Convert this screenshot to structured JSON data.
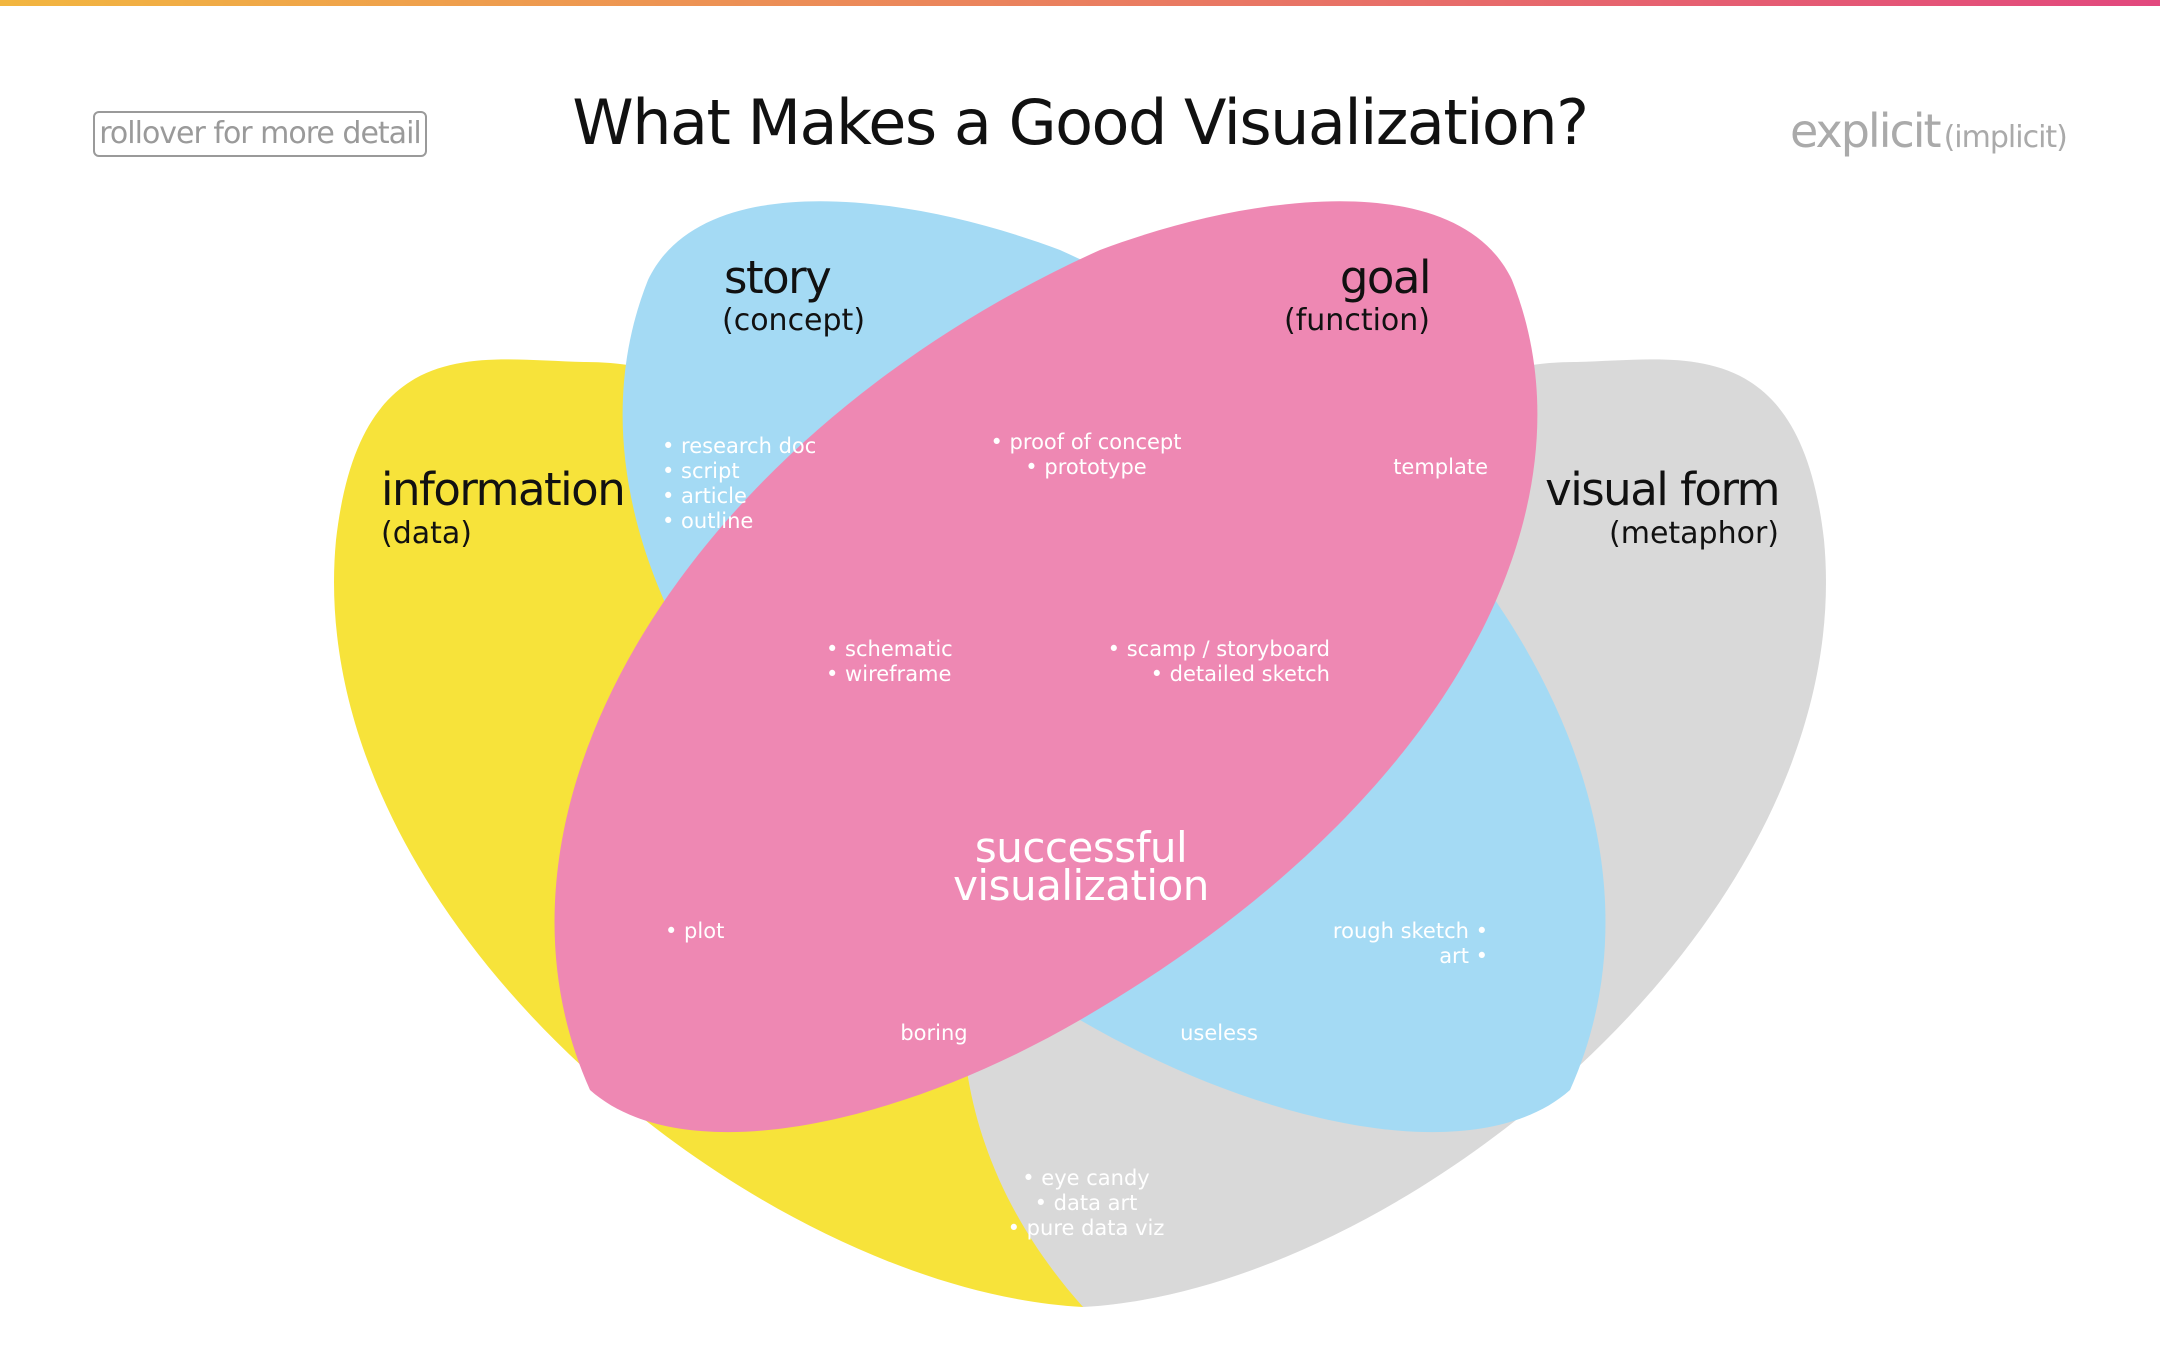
{
  "header": {
    "rollover_button": "rollover for more detail",
    "title": "What Makes a Good Visualization?",
    "toggle_explicit": "explicit",
    "toggle_implicit": "(implicit)"
  },
  "colors": {
    "information": "#f7e33a",
    "story": "#a4daf4",
    "goal": "#ee88b3",
    "visual_form": "#d9d9d9",
    "topbar_start": "#f2b640",
    "topbar_end": "#e2487e"
  },
  "sets": {
    "information": {
      "title": "information",
      "subtitle": "(data)"
    },
    "story": {
      "title": "story",
      "subtitle": "(concept)"
    },
    "goal": {
      "title": "goal",
      "subtitle": "(function)"
    },
    "visual_form": {
      "title": "visual form",
      "subtitle": "(metaphor)"
    }
  },
  "regions": {
    "info_story": [
      "• research doc",
      "• script",
      "• article",
      "• outline"
    ],
    "story_goal": [
      "• proof of concept",
      "• prototype"
    ],
    "goal_visual": "template",
    "info_story_goal": [
      "• schematic",
      "• wireframe"
    ],
    "story_goal_visual": [
      "• scamp / storyboard",
      "• detailed sketch"
    ],
    "center": [
      "successful",
      "visualization"
    ],
    "info_goal": "• plot",
    "story_visual": [
      "rough sketch •",
      "art •"
    ],
    "info_goal_visual": "boring",
    "info_story_visual": "useless",
    "info_visual": [
      "• eye candy",
      "• data art",
      "• pure data viz"
    ]
  }
}
